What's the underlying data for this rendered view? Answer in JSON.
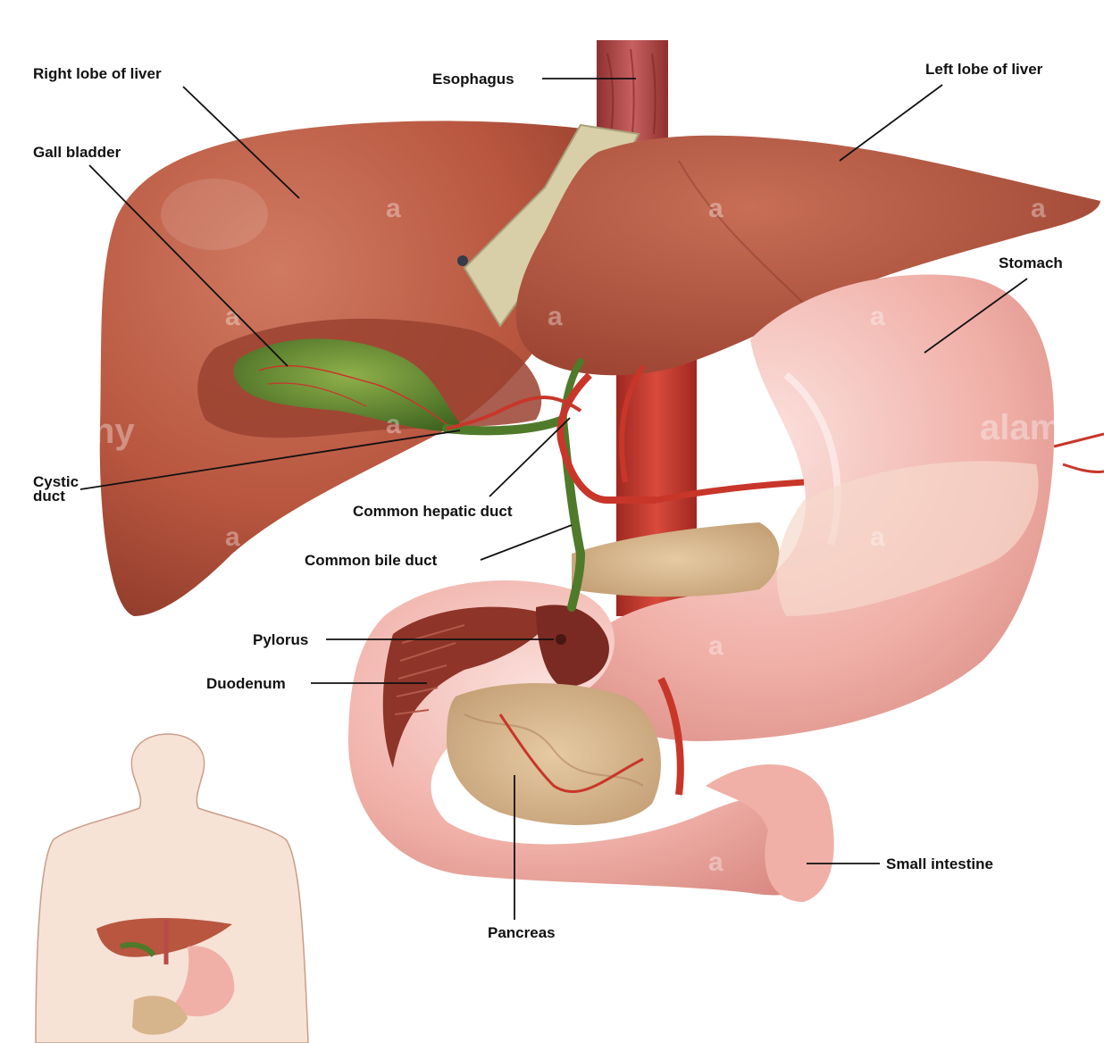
{
  "labels": {
    "right_lobe": "Right lobe of liver",
    "esophagus": "Esophagus",
    "left_lobe": "Left lobe of liver",
    "gall_bladder": "Gall bladder",
    "stomach": "Stomach",
    "cystic_duct_line1": "Cystic",
    "cystic_duct_line2": "duct",
    "common_hepatic_duct": "Common hepatic duct",
    "common_bile_duct": "Common bile duct",
    "pylorus": "Pylorus",
    "duodenum": "Duodenum",
    "small_intestine": "Small intestine",
    "pancreas": "Pancreas"
  },
  "watermark": {
    "mark": "a",
    "brand_fragment_1": "alam",
    "brand_fragment_2": "ny"
  },
  "colors": {
    "liver": "#b8563f",
    "liver_dark": "#8e3a2a",
    "gallbladder": "#4f7a2a",
    "stomach": "#f0b0a8",
    "stomach_light": "#f8d2cc",
    "pancreas": "#d6b48c",
    "vessel": "#c8362a",
    "esophagus": "#b84a48",
    "skin": "#f5ddd0"
  }
}
